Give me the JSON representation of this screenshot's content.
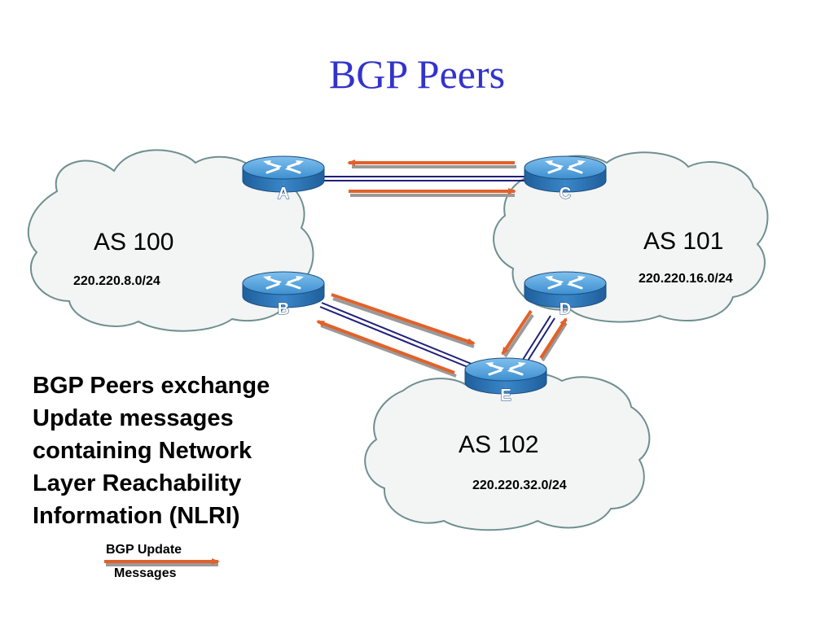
{
  "title": "BGP Peers",
  "autonomous_systems": [
    {
      "name": "AS 100",
      "prefix": "220.220.8.0/24"
    },
    {
      "name": "AS 101",
      "prefix": "220.220.16.0/24"
    },
    {
      "name": "AS 102",
      "prefix": "220.220.32.0/24"
    }
  ],
  "routers": [
    "A",
    "B",
    "C",
    "D",
    "E"
  ],
  "description_lines": [
    "BGP Peers exchange",
    "Update messages",
    "containing Network",
    "Layer Reachability",
    "Information (NLRI)"
  ],
  "legend": {
    "line1": "BGP Update",
    "line2": "Messages"
  },
  "colors": {
    "title": "#3333cc",
    "update_arrow": "#e2612a",
    "peer_link": "#1f1f7a",
    "router": "#2f86c9",
    "cloud_fill": "#f3f4f4",
    "cloud_stroke": "#6f8f8f"
  }
}
